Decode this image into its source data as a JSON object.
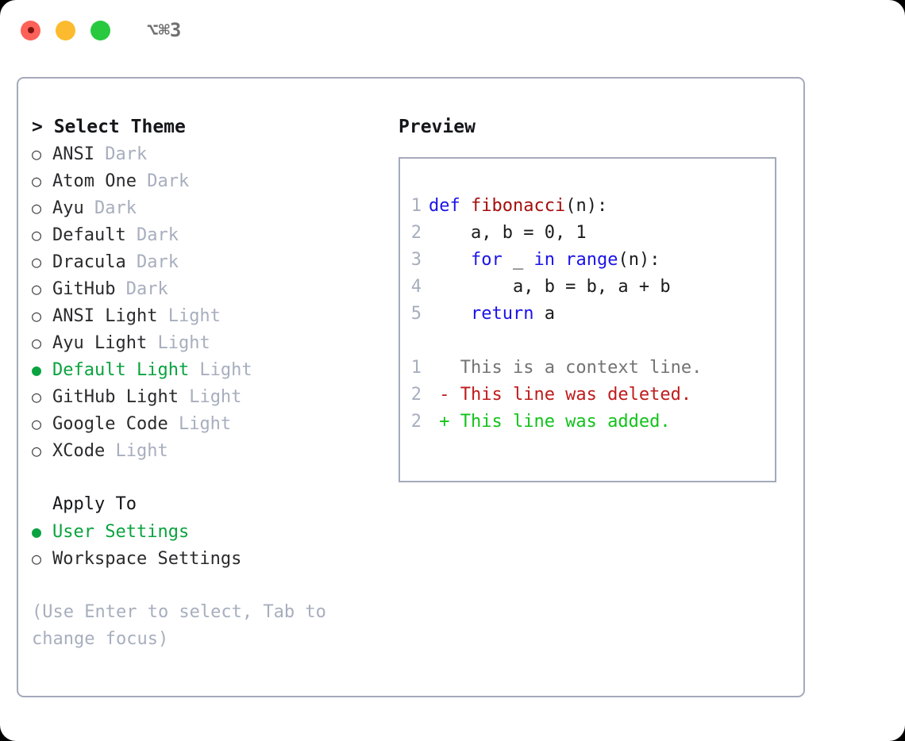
{
  "titlebar": {
    "shortcut": "⌥⌘3",
    "dots": [
      "close",
      "minimize",
      "maximize"
    ]
  },
  "theme_list": {
    "header": "> Select Theme",
    "items": [
      {
        "marker": "○",
        "label": "ANSI",
        "tag": "Dark",
        "selected": false
      },
      {
        "marker": "○",
        "label": "Atom One",
        "tag": "Dark",
        "selected": false
      },
      {
        "marker": "○",
        "label": "Ayu",
        "tag": "Dark",
        "selected": false
      },
      {
        "marker": "○",
        "label": "Default",
        "tag": "Dark",
        "selected": false
      },
      {
        "marker": "○",
        "label": "Dracula",
        "tag": "Dark",
        "selected": false
      },
      {
        "marker": "○",
        "label": "GitHub",
        "tag": "Dark",
        "selected": false
      },
      {
        "marker": "○",
        "label": "ANSI Light",
        "tag": "Light",
        "selected": false
      },
      {
        "marker": "○",
        "label": "Ayu Light",
        "tag": "Light",
        "selected": false
      },
      {
        "marker": "●",
        "label": "Default Light",
        "tag": "Light",
        "selected": true
      },
      {
        "marker": "○",
        "label": "GitHub Light",
        "tag": "Light",
        "selected": false
      },
      {
        "marker": "○",
        "label": "Google Code",
        "tag": "Light",
        "selected": false
      },
      {
        "marker": "○",
        "label": "XCode",
        "tag": "Light",
        "selected": false
      }
    ]
  },
  "apply_to": {
    "header": "Apply To",
    "items": [
      {
        "marker": "●",
        "label": "User Settings",
        "selected": true
      },
      {
        "marker": "○",
        "label": "Workspace Settings",
        "selected": false
      }
    ]
  },
  "hint": "(Use Enter to select, Tab to change focus)",
  "preview": {
    "title": "Preview",
    "code_lines": [
      {
        "num": "1",
        "tokens": [
          {
            "t": "def ",
            "c": "kw"
          },
          {
            "t": "fibonacci",
            "c": "fn"
          },
          {
            "t": "(n):",
            "c": "plain"
          }
        ]
      },
      {
        "num": "2",
        "tokens": [
          {
            "t": "    a, b = 0, 1",
            "c": "plain"
          }
        ]
      },
      {
        "num": "3",
        "tokens": [
          {
            "t": "    ",
            "c": "plain"
          },
          {
            "t": "for",
            "c": "kw"
          },
          {
            "t": " _ ",
            "c": "plain"
          },
          {
            "t": "in",
            "c": "kw"
          },
          {
            "t": " ",
            "c": "plain"
          },
          {
            "t": "range",
            "c": "kw"
          },
          {
            "t": "(n):",
            "c": "plain"
          }
        ]
      },
      {
        "num": "4",
        "tokens": [
          {
            "t": "        a, b = b, a + b",
            "c": "plain"
          }
        ]
      },
      {
        "num": "5",
        "tokens": [
          {
            "t": "    ",
            "c": "plain"
          },
          {
            "t": "return",
            "c": "kw"
          },
          {
            "t": " a",
            "c": "plain"
          }
        ]
      }
    ],
    "diff_lines": [
      {
        "num": "1",
        "tokens": [
          {
            "t": "   This is a context line.",
            "c": "ctx"
          }
        ]
      },
      {
        "num": "2",
        "tokens": [
          {
            "t": " - This line was deleted.",
            "c": "del"
          }
        ]
      },
      {
        "num": "2",
        "tokens": [
          {
            "t": " + This line was added.",
            "c": "add"
          }
        ]
      }
    ]
  },
  "colors": {
    "selected_green": "#0aa33f",
    "added_green": "#12c21a",
    "deleted_red": "#bf1b1b",
    "keyword_blue": "#1a13e8",
    "function_red": "#a50d0d",
    "muted_grey": "#a7aebd",
    "border": "#a4aabb"
  }
}
